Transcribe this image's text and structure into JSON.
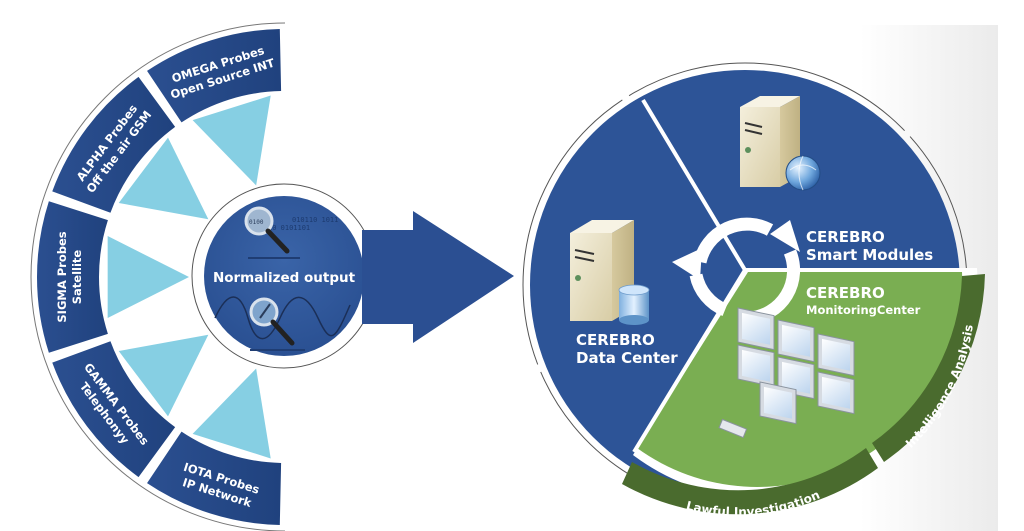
{
  "colors": {
    "blue": "#2d5497",
    "blue_dark": "#244682",
    "green": "#7aae52",
    "green_dark": "#4a6b2e",
    "cyan": "#86cfe3",
    "server": "#e9e1c4",
    "background_panel": "#f0f0f0"
  },
  "sources": {
    "probes": [
      {
        "name": "OMEGA Probes",
        "type": "Open Source INT"
      },
      {
        "name": "ALPHA Probes",
        "type": "Off the air GSM"
      },
      {
        "name": "SIGMA Probes",
        "type": "Satellite"
      },
      {
        "name": "GAMMA Probes",
        "type": "Telephonyy"
      },
      {
        "name": "IOTA Probes",
        "type": "IP Network"
      }
    ],
    "hub_label": "Normalized output",
    "hub_icons": [
      "magnifier-binary-icon",
      "magnifier-waveform-icon"
    ]
  },
  "flow_arrow": "arrow-right-icon",
  "cerebro": {
    "data_center": {
      "line1": "CEREBRO",
      "line2": "Data Center",
      "icon": "server-database-icon"
    },
    "smart_modules": {
      "line1": "CEREBRO",
      "line2": "Smart Modules",
      "icon": "server-globe-icon"
    },
    "monitoring_center": {
      "line1": "CEREBRO",
      "line2": "MonitoringCenter",
      "icon": "monitor-wall-icon"
    },
    "cycle_icon": "refresh-cycle-icon",
    "bands": {
      "lawful": "Lawful Investigation",
      "intelligence": "Intelligence Analysis"
    }
  }
}
